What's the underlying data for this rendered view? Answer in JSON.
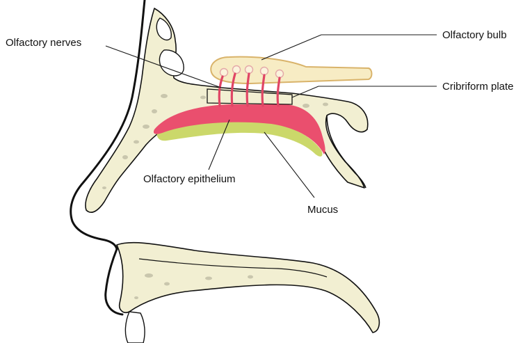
{
  "labels": {
    "olfactory_nerves": "Olfactory nerves",
    "olfactory_bulb": "Olfactory bulb",
    "cribriform_plate": "Cribriform plate",
    "olfactory_epithelium": "Olfactory epithelium",
    "mucus": "Mucus"
  },
  "colors": {
    "bone_fill": "#f2efd2",
    "bone_outline": "#111111",
    "bulb_fill": "#f7ecc4",
    "bulb_outline": "#d9b36a",
    "epithelium": "#ea4f6e",
    "mucus": "#cbd86a",
    "nerve": "#e04565",
    "bone_spots": "#c9c6ad",
    "leader_line": "#1a1a1a",
    "text": "#111111"
  }
}
